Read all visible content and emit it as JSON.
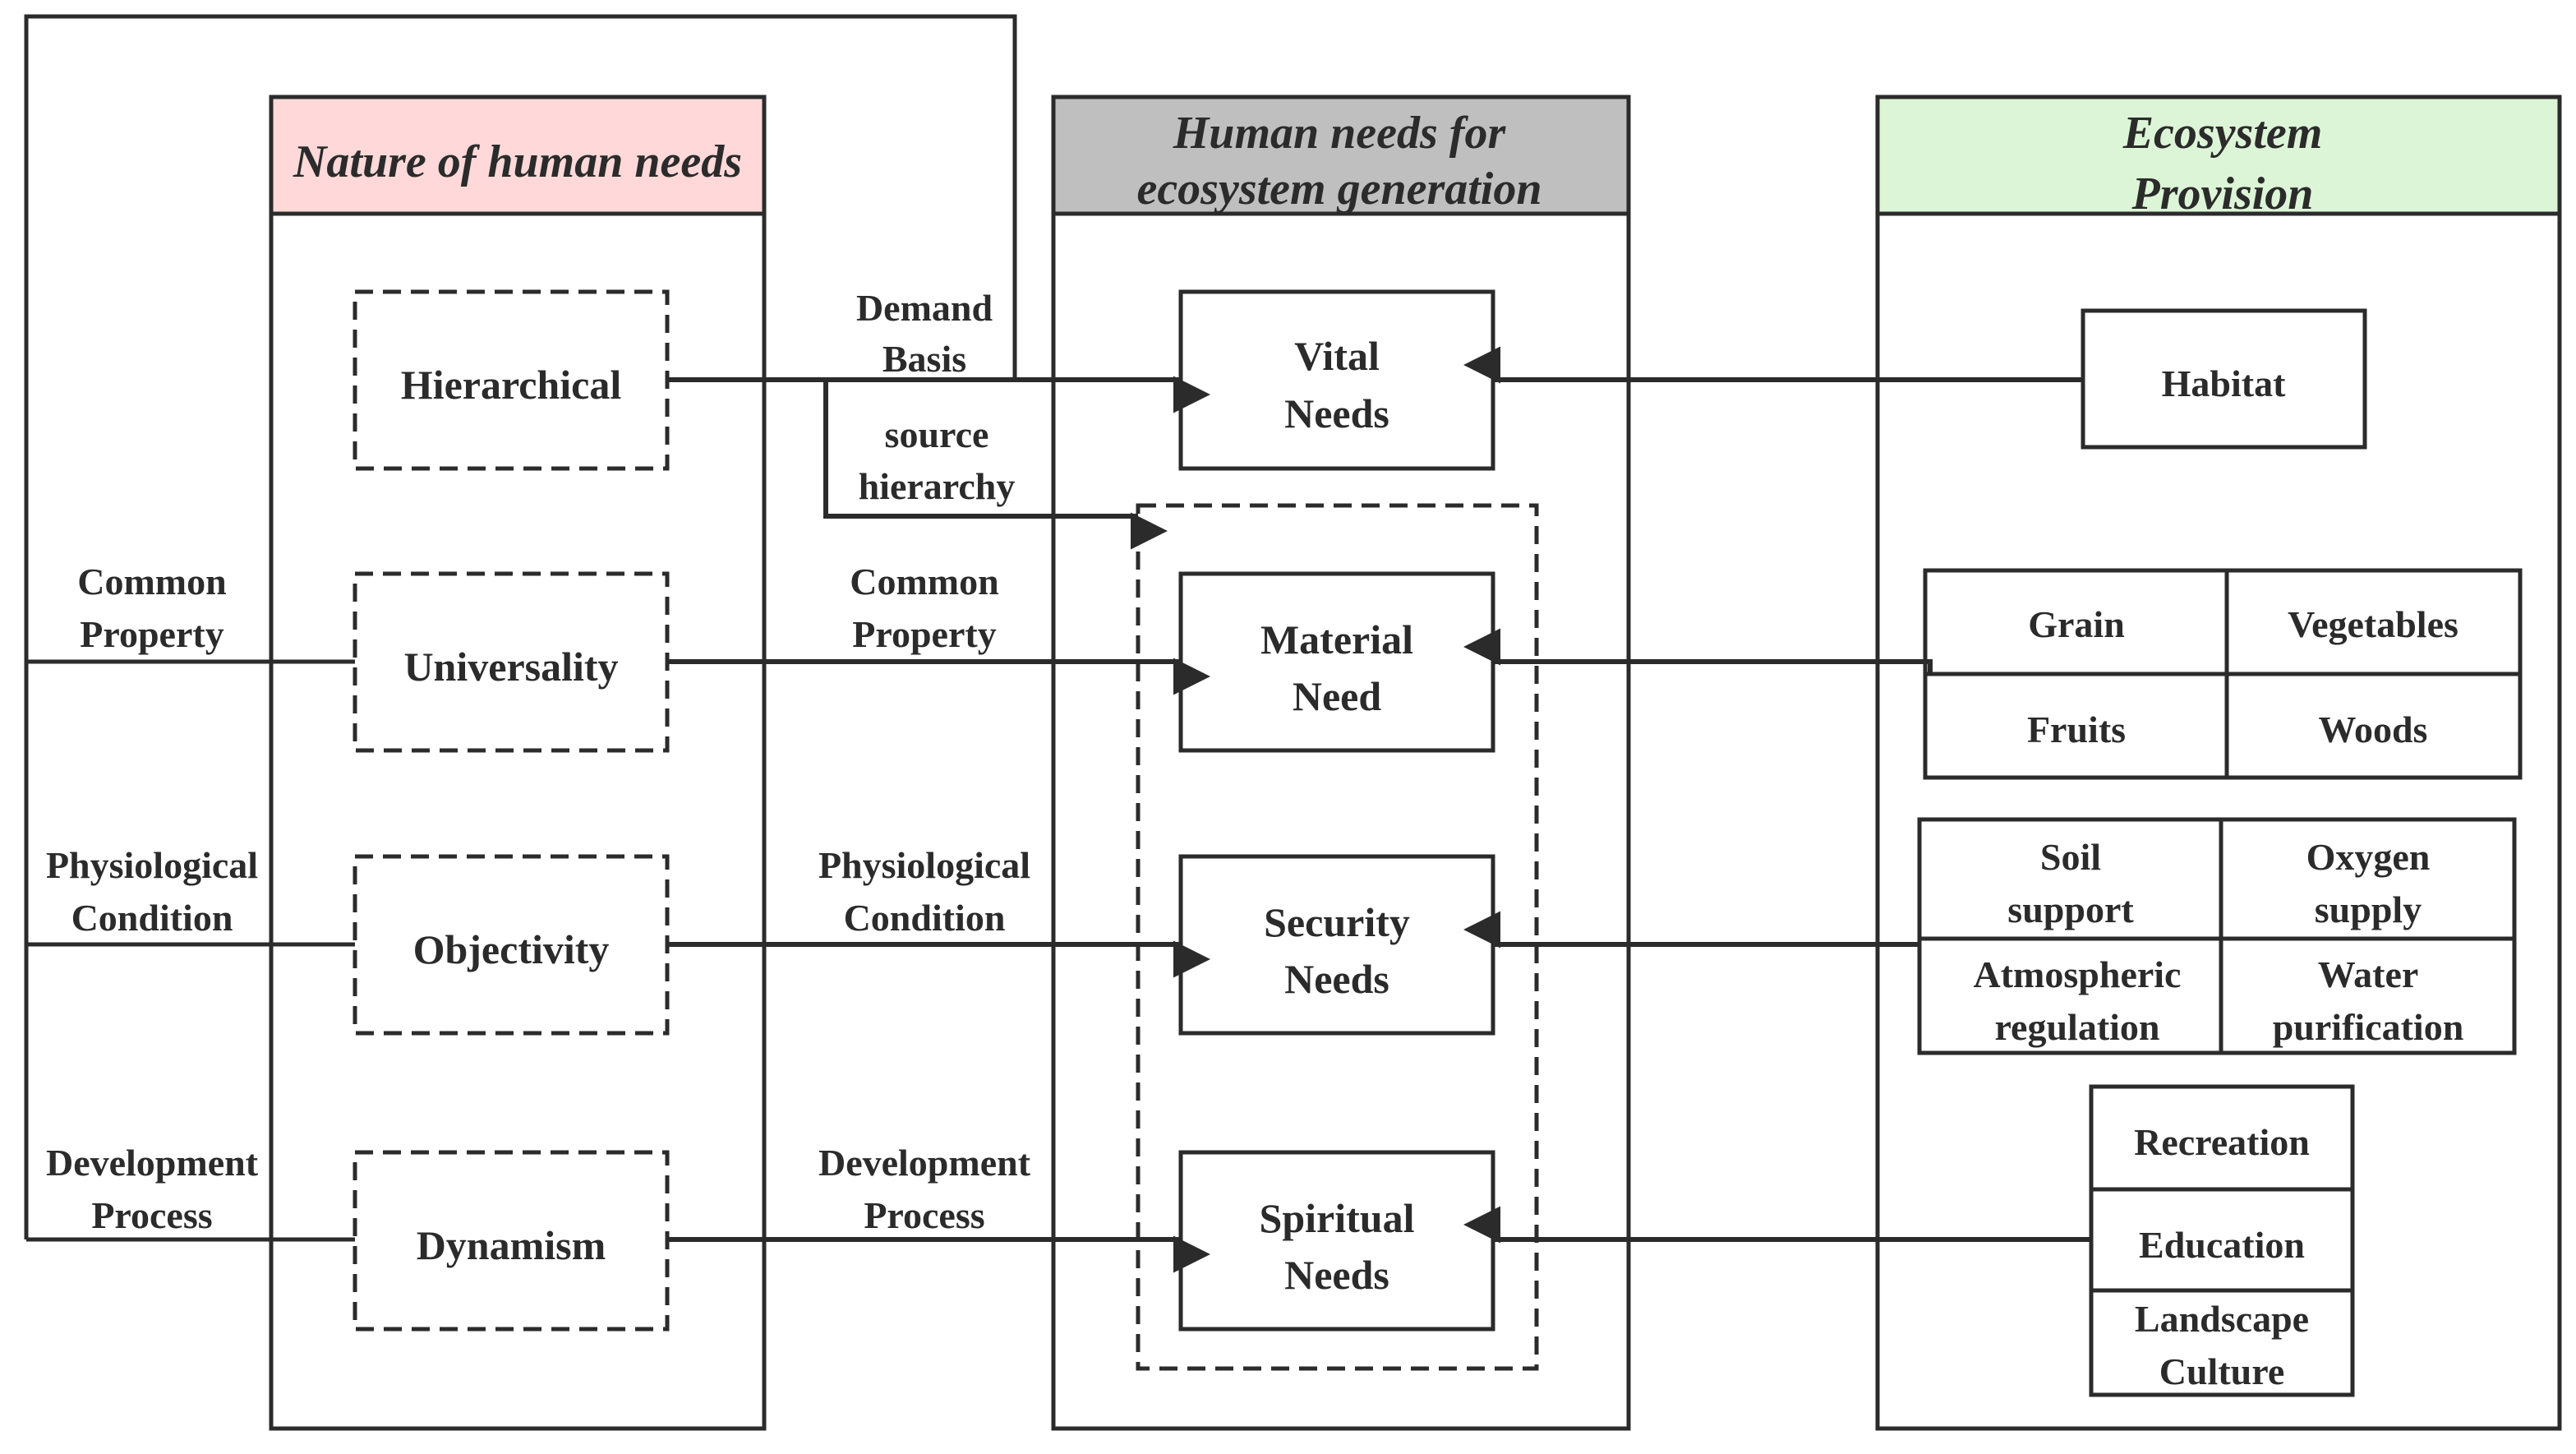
{
  "colors": {
    "nature_header_fill": "#ffd9d9",
    "needs_header_fill": "#bfbfbf",
    "provision_header_fill": "#dcf5d7",
    "line": "#2b2b2b"
  },
  "columns": {
    "nature": {
      "title": "Nature of human needs"
    },
    "needs": {
      "title_line1": "Human needs for",
      "title_line2": "ecosystem generation"
    },
    "provision": {
      "title_line1": "Ecosystem",
      "title_line2": "Provision"
    }
  },
  "nature_items": [
    "Hierarchical",
    "Universality",
    "Objectivity",
    "Dynamism"
  ],
  "needs_items": [
    {
      "line1": "Vital",
      "line2": "Needs"
    },
    {
      "line1": "Material",
      "line2": "Need"
    },
    {
      "line1": "Security",
      "line2": "Needs"
    },
    {
      "line1": "Spiritual",
      "line2": "Needs"
    }
  ],
  "left_labels": [
    {
      "line1": "Common",
      "line2": "Property"
    },
    {
      "line1": "Physiological",
      "line2": "Condition"
    },
    {
      "line1": "Development",
      "line2": "Process"
    }
  ],
  "middle_labels": [
    {
      "line1": "Demand",
      "line2": "Basis"
    },
    {
      "line1": "source",
      "line2": "hierarchy"
    },
    {
      "line1": "Common",
      "line2": "Property"
    },
    {
      "line1": "Physiological",
      "line2": "Condition"
    },
    {
      "line1": "Development",
      "line2": "Process"
    }
  ],
  "provision": {
    "habitat": "Habitat",
    "material": [
      "Grain",
      "Vegetables",
      "Fruits",
      "Woods"
    ],
    "security": [
      {
        "line1": "Soil",
        "line2": "support"
      },
      {
        "line1": "Oxygen",
        "line2": "supply"
      },
      {
        "line1": "Atmospheric",
        "line2": "regulation"
      },
      {
        "line1": "Water",
        "line2": "purification"
      }
    ],
    "spiritual": [
      {
        "line1": "Recreation",
        "line2": ""
      },
      {
        "line1": "Education",
        "line2": ""
      },
      {
        "line1": "Landscape",
        "line2": "Culture"
      }
    ]
  }
}
